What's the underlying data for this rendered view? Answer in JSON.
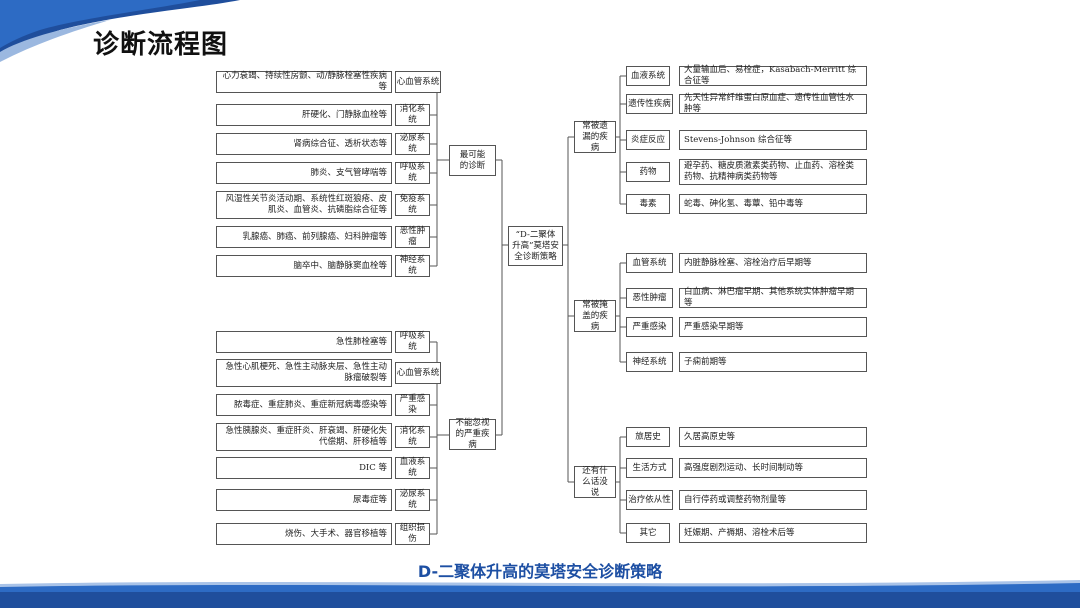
{
  "title": "诊断流程图",
  "caption": "D-二聚体升高的莫塔安全诊断策略",
  "center": "“D-二聚体升高”莫塔安全诊断策略",
  "groups": {
    "likely": "最可能的诊断",
    "notmiss": "不能忽视的严重疾病",
    "missed": "常被遗漏的疾病",
    "masked": "常被掩盖的疾病",
    "other": "还有什么话没说"
  },
  "likely_rows": [
    {
      "sys": "心血管系统",
      "desc": "心力衰竭、持续性房颤、动/静脉栓塞性疾病等"
    },
    {
      "sys": "消化系统",
      "desc": "肝硬化、门静脉血栓等"
    },
    {
      "sys": "泌尿系统",
      "desc": "肾病综合征、透析状态等"
    },
    {
      "sys": "呼吸系统",
      "desc": "肺炎、支气管哮喘等"
    },
    {
      "sys": "免疫系统",
      "desc": "风湿性关节炎活动期、系统性红斑狼疮、皮肌炎、血管炎、抗磷脂综合征等"
    },
    {
      "sys": "恶性肿瘤",
      "desc": "乳腺癌、肺癌、前列腺癌、妇科肿瘤等"
    },
    {
      "sys": "神经系统",
      "desc": "脑卒中、脑静脉窦血栓等"
    }
  ],
  "notmiss_rows": [
    {
      "sys": "呼吸系统",
      "desc": "急性肺栓塞等"
    },
    {
      "sys": "心血管系统",
      "desc": "急性心肌梗死、急性主动脉夹层、急性主动脉瘤破裂等"
    },
    {
      "sys": "严重感染",
      "desc": "脓毒症、重症肺炎、重症新冠病毒感染等"
    },
    {
      "sys": "消化系统",
      "desc": "急性胰腺炎、重症肝炎、肝衰竭、肝硬化失代偿期、肝移植等"
    },
    {
      "sys": "血液系统",
      "desc": "DIC 等"
    },
    {
      "sys": "泌尿系统",
      "desc": "尿毒症等"
    },
    {
      "sys": "组织损伤",
      "desc": "烧伤、大手术、器官移植等"
    }
  ],
  "missed_rows": [
    {
      "cat": "血液系统",
      "desc": "大量输血后、易栓症，Kasabach-Merritt 综合征等"
    },
    {
      "cat": "遗传性疾病",
      "desc": "先天性异常纤维蛋白原血症、遗传性血管性水肿等"
    },
    {
      "cat": "炎症反应",
      "desc": "Stevens-Johnson 综合征等"
    },
    {
      "cat": "药物",
      "desc": "避孕药、糖皮质激素类药物、止血药、溶栓类药物、抗精神病类药物等"
    },
    {
      "cat": "毒素",
      "desc": "蛇毒、砷化氢、毒蕈、铅中毒等"
    }
  ],
  "masked_rows": [
    {
      "cat": "血管系统",
      "desc": "内脏静脉栓塞、溶栓治疗后早期等"
    },
    {
      "cat": "恶性肿瘤",
      "desc": "白血病、淋巴瘤早期、其他系统实体肿瘤早期等"
    },
    {
      "cat": "严重感染",
      "desc": "严重感染早期等"
    },
    {
      "cat": "神经系统",
      "desc": "子痫前期等"
    }
  ],
  "other_rows": [
    {
      "cat": "旅居史",
      "desc": "久居高原史等"
    },
    {
      "cat": "生活方式",
      "desc": "高强度剧烈运动、长时间制动等"
    },
    {
      "cat": "治疗依从性",
      "desc": "自行停药或调整药物剂量等"
    },
    {
      "cat": "其它",
      "desc": "妊娠期、产褥期、溶栓术后等"
    }
  ]
}
